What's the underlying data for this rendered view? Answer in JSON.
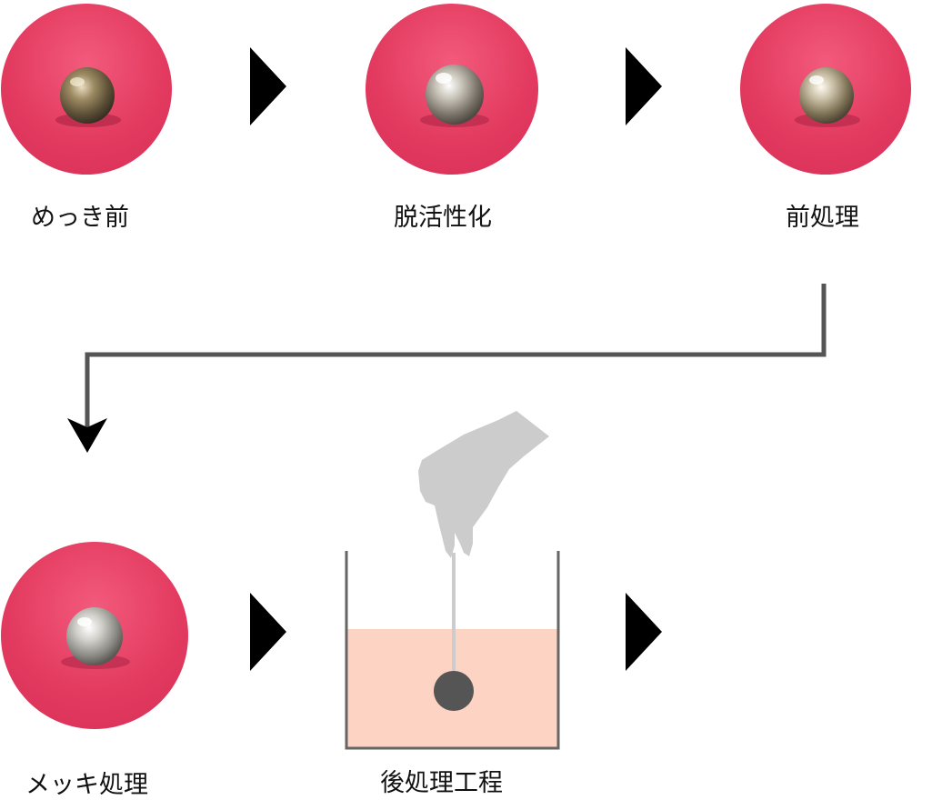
{
  "steps": [
    {
      "label": "めっき前"
    },
    {
      "label": "脱活性化"
    },
    {
      "label": "前処理"
    },
    {
      "label": "メッキ処理"
    },
    {
      "label": "後処理工程"
    }
  ],
  "colors": {
    "photo_background": "#e33b60",
    "arrow": "#000000",
    "connector": "#555555",
    "tank_wall": "#666666",
    "tank_liquid": "#fdd3c4",
    "hand": "#cccccc",
    "sample": "#555555"
  }
}
